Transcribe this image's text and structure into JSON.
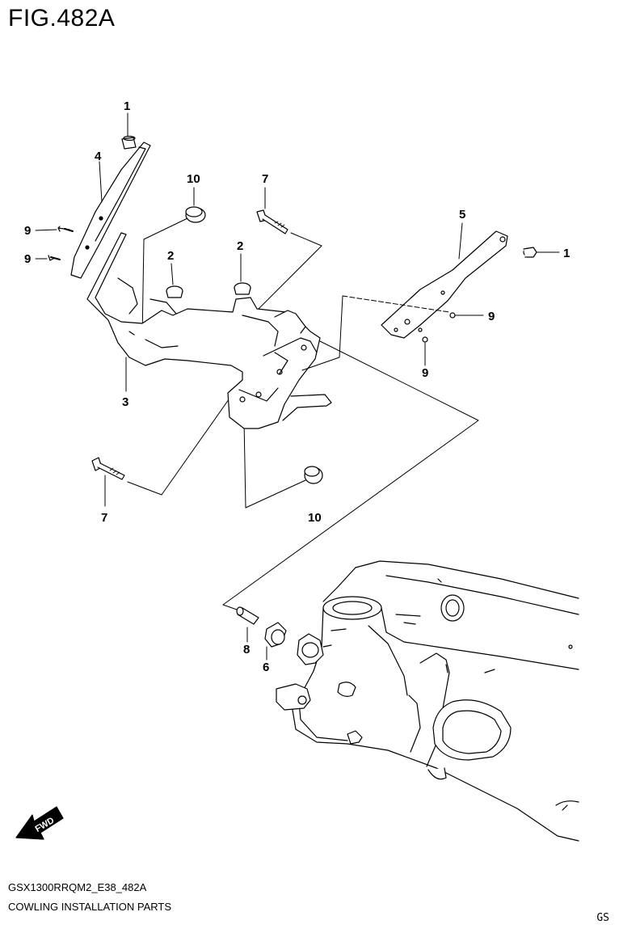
{
  "figure": {
    "title": "FIG.482A",
    "model_code": "GSX1300RRQM2_E38_482A",
    "section_name": "COWLING INSTALLATION PARTS",
    "corner_tag": "GS",
    "fwd_label": "FWD"
  },
  "callouts": {
    "c1_top": "1",
    "c4": "4",
    "c9_a": "9",
    "c9_b": "9",
    "c10_top": "10",
    "c7_top": "7",
    "c2_left": "2",
    "c2_right": "2",
    "c5": "5",
    "c1_right": "1",
    "c9_right": "9",
    "c9_lower": "9",
    "c3": "3",
    "c7_bottom": "7",
    "c10_bottom": "10",
    "c8": "8",
    "c6": "6"
  }
}
